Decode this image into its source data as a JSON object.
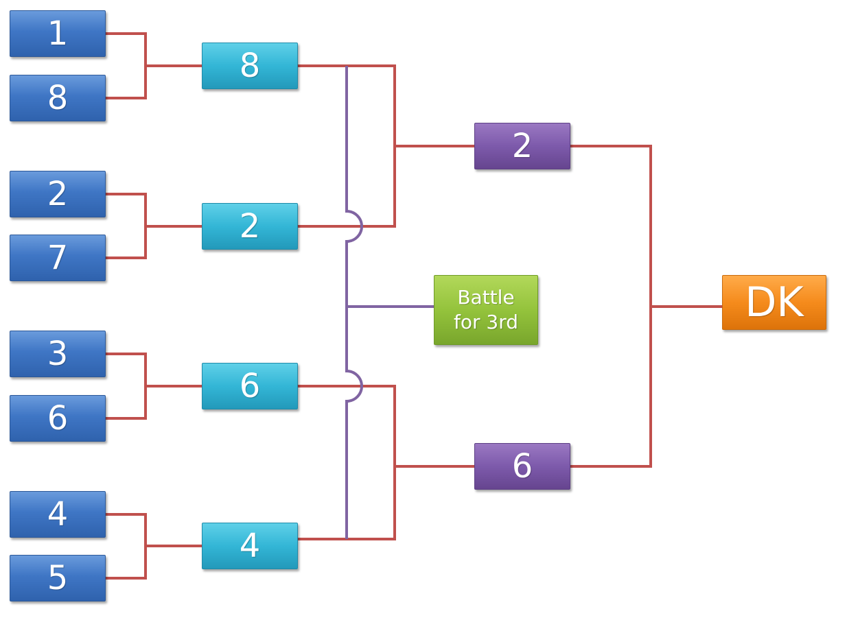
{
  "colors": {
    "winner_line": "#c0504d",
    "third_line": "#8064a2"
  },
  "round1": [
    "1",
    "8",
    "2",
    "7",
    "3",
    "6",
    "4",
    "5"
  ],
  "round2": [
    "8",
    "2",
    "6",
    "4"
  ],
  "round3": [
    "2",
    "6"
  ],
  "third_place": {
    "line1": "Battle",
    "line2": "for 3rd"
  },
  "champion": "DK"
}
